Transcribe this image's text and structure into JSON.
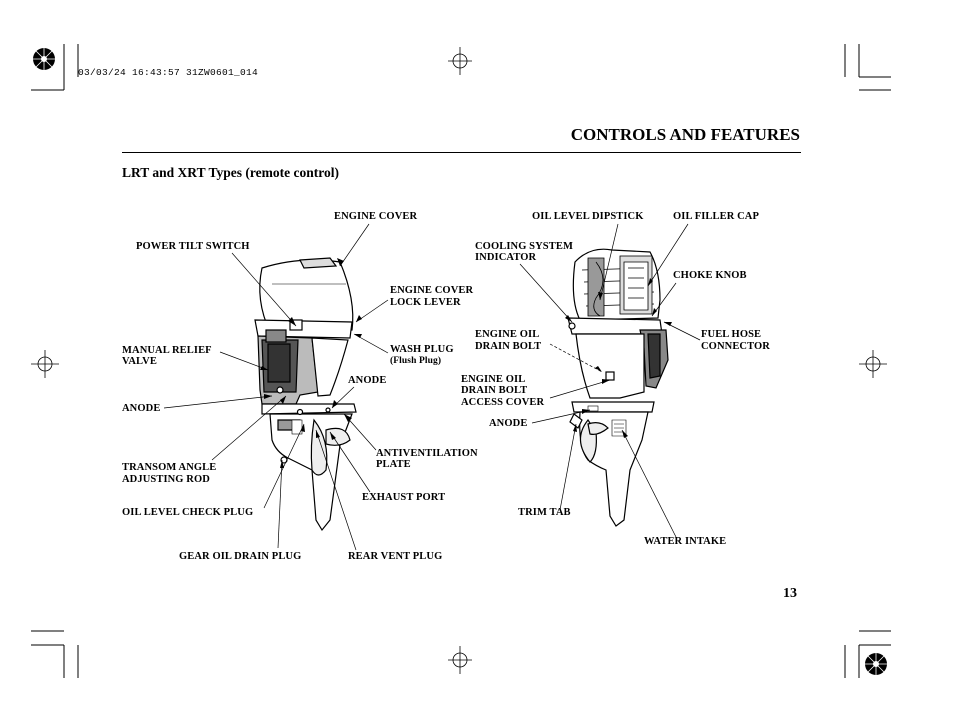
{
  "print_stamp": "03/03/24 16:43:57 31ZW0601_014",
  "header": {
    "title": "CONTROLS AND FEATURES"
  },
  "section": {
    "subtitle": "LRT and XRT Types (remote control)"
  },
  "page_number": "13",
  "left_labels": {
    "engine_cover": "ENGINE COVER",
    "power_tilt_switch": "POWER TILT SWITCH",
    "engine_cover_lock_lever_1": "ENGINE COVER",
    "engine_cover_lock_lever_2": "LOCK LEVER",
    "wash_plug": "WASH PLUG",
    "flush_plug": "(Flush Plug)",
    "manual_relief_valve_1": "MANUAL RELIEF",
    "manual_relief_valve_2": "VALVE",
    "anode_right": "ANODE",
    "anode_left": "ANODE",
    "antiventilation_plate_1": "ANTIVENTILATION",
    "antiventilation_plate_2": "PLATE",
    "transom_angle_1": "TRANSOM ANGLE",
    "transom_angle_2": "ADJUSTING ROD",
    "exhaust_port": "EXHAUST PORT",
    "oil_level_check_plug": "OIL LEVEL CHECK PLUG",
    "gear_oil_drain_plug": "GEAR OIL DRAIN PLUG",
    "rear_vent_plug": "REAR VENT PLUG"
  },
  "right_labels": {
    "oil_level_dipstick": "OIL LEVEL DIPSTICK",
    "oil_filler_cap": "OIL FILLER CAP",
    "cooling_system_1": "COOLING SYSTEM",
    "cooling_system_2": "INDICATOR",
    "choke_knob": "CHOKE KNOB",
    "engine_oil_drain_bolt_1": "ENGINE OIL",
    "engine_oil_drain_bolt_2": "DRAIN BOLT",
    "fuel_hose_1": "FUEL HOSE",
    "fuel_hose_2": "CONNECTOR",
    "access_cover_1": "ENGINE OIL",
    "access_cover_2": "DRAIN BOLT",
    "access_cover_3": "ACCESS COVER",
    "anode": "ANODE",
    "trim_tab": "TRIM TAB",
    "water_intake": "WATER INTAKE"
  }
}
